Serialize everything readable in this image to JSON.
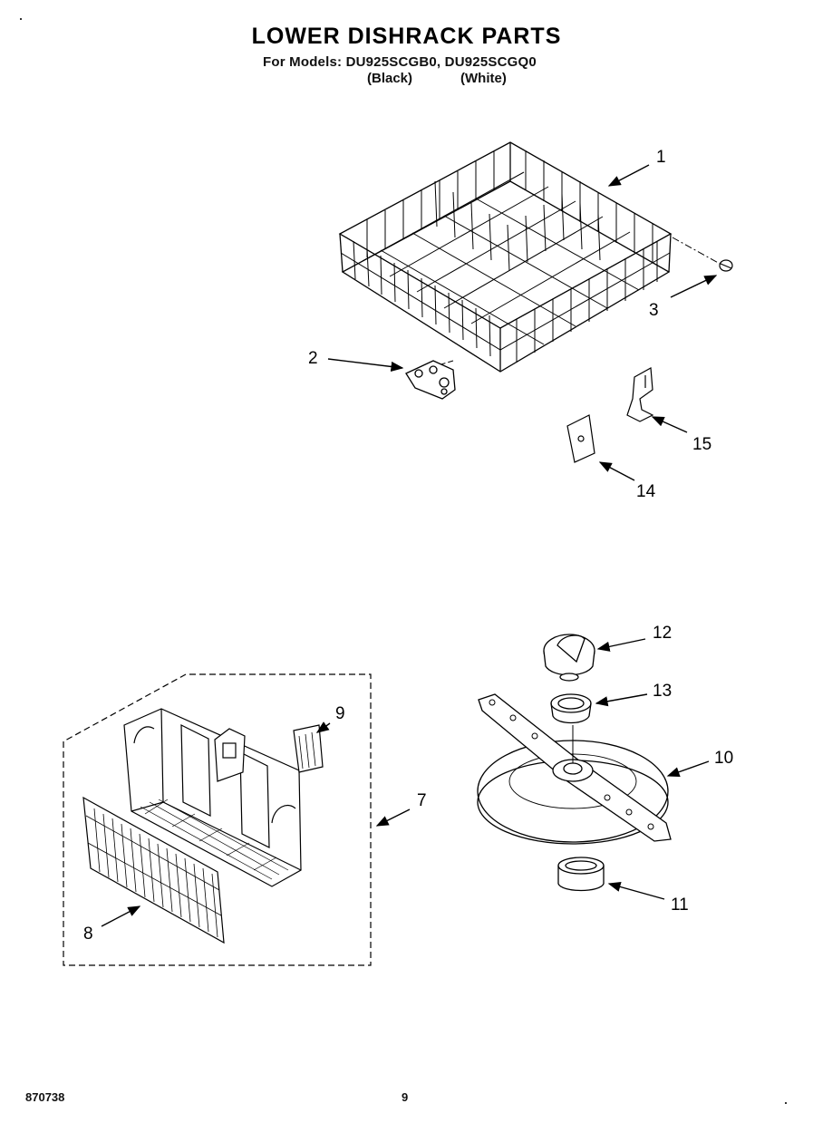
{
  "header": {
    "title": "LOWER DISHRACK PARTS",
    "models_line": "For Models: DU925SCGB0, DU925SCGQ0",
    "variant_black": "(Black)",
    "variant_white": "(White)"
  },
  "callouts": {
    "c1": "1",
    "c2": "2",
    "c3": "3",
    "c7": "7",
    "c8": "8",
    "c9": "9",
    "c10": "10",
    "c11": "11",
    "c12": "12",
    "c13": "13",
    "c14": "14",
    "c15": "15"
  },
  "footer": {
    "doc_number": "870738",
    "page_number": "9"
  }
}
